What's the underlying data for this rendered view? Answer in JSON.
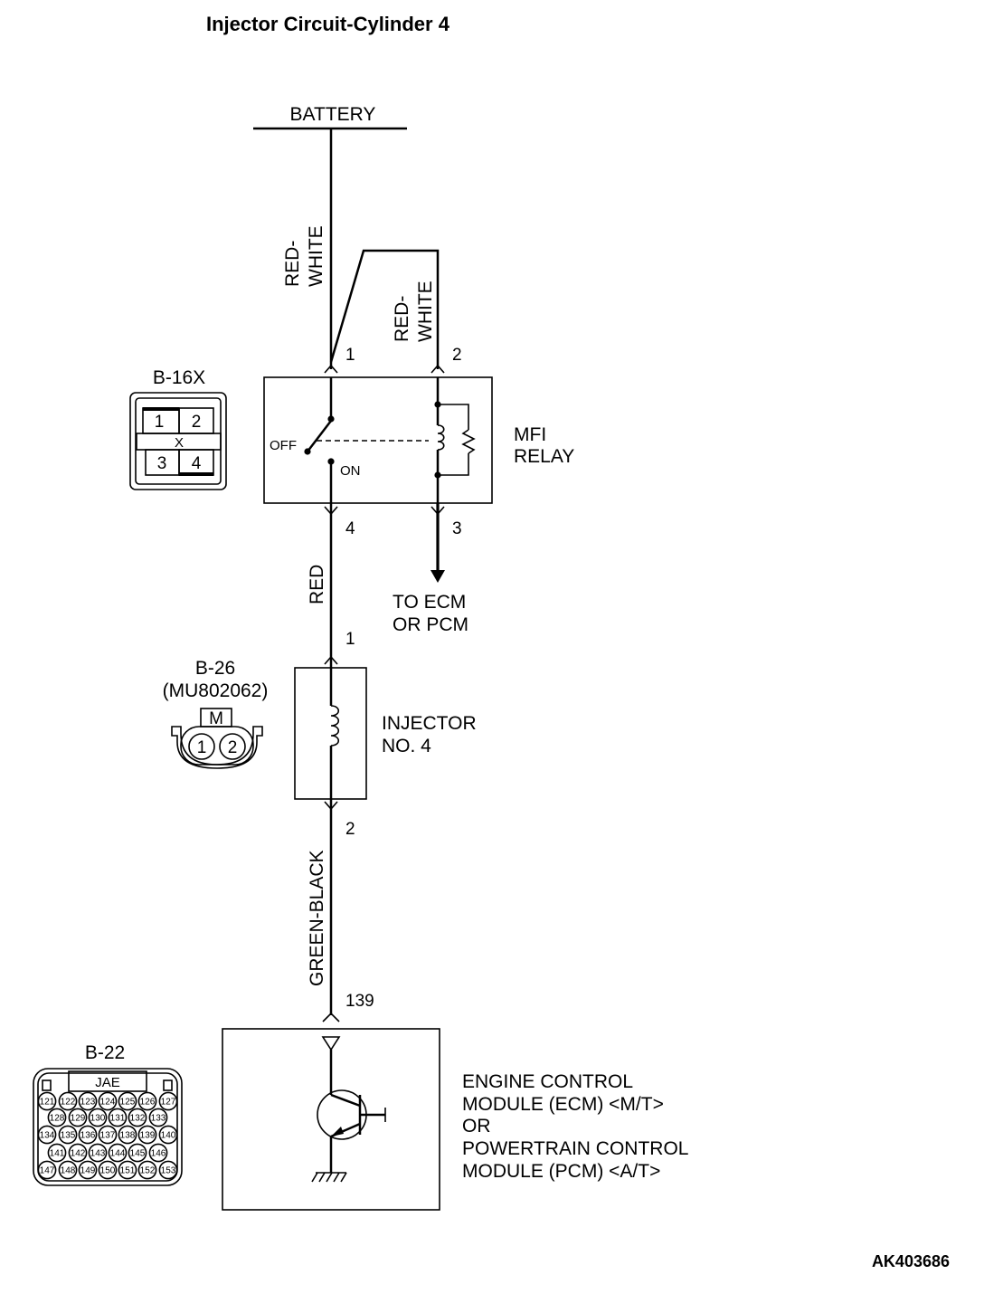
{
  "title": "Injector Circuit-Cylinder 4",
  "battery": "BATTERY",
  "wires": {
    "battery_wire": "RED-",
    "battery_wire2": "WHITE",
    "relay_coil_wire": "RED-",
    "relay_coil_wire2": "WHITE",
    "relay_to_injector": "RED",
    "injector_to_module": "GREEN-BLACK"
  },
  "pins": {
    "relay_1": "1",
    "relay_2": "2",
    "relay_3": "3",
    "relay_4": "4",
    "injector_1": "1",
    "injector_2": "2",
    "module_139": "139"
  },
  "relay": {
    "label_line1": "MFI",
    "label_line2": "RELAY",
    "off": "OFF",
    "on": "ON",
    "to_line1": "TO ECM",
    "to_line2": "OR PCM"
  },
  "injector": {
    "label_line1": "INJECTOR",
    "label_line2": "NO. 4"
  },
  "module": {
    "line1": "ENGINE CONTROL",
    "line2": "MODULE (ECM) <M/T>",
    "line3": "OR",
    "line4": "POWERTRAIN CONTROL",
    "line5": "MODULE (PCM) <A/T>"
  },
  "connectors": {
    "b16x": {
      "name": "B-16X",
      "pins": [
        "1",
        "2",
        "3",
        "4"
      ],
      "center": "X"
    },
    "b26": {
      "name": "B-26",
      "part": "(MU802062)",
      "key": "M",
      "pins": [
        "1",
        "2"
      ]
    },
    "b22": {
      "name": "B-22",
      "maker": "JAE",
      "rows": [
        [
          "121",
          "122",
          "123",
          "124",
          "125",
          "126",
          "127"
        ],
        [
          "128",
          "129",
          "130",
          "131",
          "132",
          "133"
        ],
        [
          "134",
          "135",
          "136",
          "137",
          "138",
          "139",
          "140"
        ],
        [
          "141",
          "142",
          "143",
          "144",
          "145",
          "146"
        ],
        [
          "147",
          "148",
          "149",
          "150",
          "151",
          "152",
          "153"
        ]
      ]
    }
  },
  "figure_id": "AK403686"
}
